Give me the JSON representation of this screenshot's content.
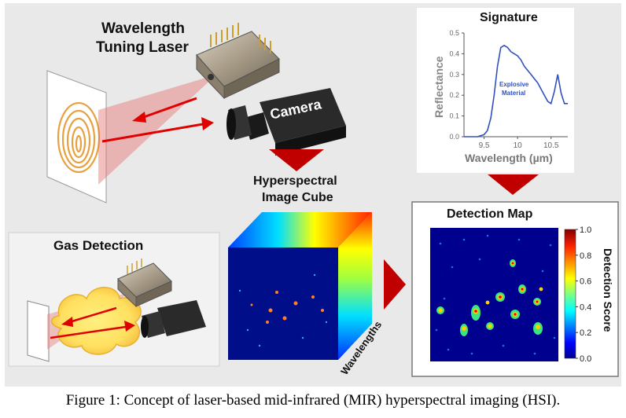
{
  "labels": {
    "laser_title_line1": "Wavelength",
    "laser_title_line2": "Tuning Laser",
    "camera": "Camera",
    "gas_detection": "Gas Detection",
    "cube_title_line1": "Hyperspectral",
    "cube_title_line2": "Image Cube",
    "wavelengths": "Wavelengths",
    "signature_title": "Signature",
    "explosive_line1": "Explosive",
    "explosive_line2": "Material",
    "detection_map_title": "Detection Map",
    "detection_score": "Detection Score"
  },
  "caption": "Figure 1: Concept of laser-based mid-infrared (MIR) hyperspectral imaging (HSI).",
  "chart_data": [
    {
      "type": "line",
      "title": "Signature",
      "xlabel": "Wavelength (µm)",
      "ylabel": "Reflectance",
      "xlim": [
        9.2,
        10.75
      ],
      "ylim": [
        0.0,
        0.5
      ],
      "xticks": [
        "9.5",
        "10",
        "10.5"
      ],
      "yticks": [
        "0.0",
        "0.1",
        "0.2",
        "0.3",
        "0.4",
        "0.5"
      ],
      "annotation": "Explosive Material",
      "series": [
        {
          "x": [
            9.2,
            9.3,
            9.4,
            9.5,
            9.55,
            9.6,
            9.65,
            9.7,
            9.75,
            9.8,
            9.85,
            9.9,
            9.95,
            10.0,
            10.05,
            10.1,
            10.15,
            10.2,
            10.25,
            10.3,
            10.35,
            10.4,
            10.45,
            10.5,
            10.55,
            10.6,
            10.65,
            10.7,
            10.75
          ],
          "values": [
            0.0,
            0.0,
            0.0,
            0.01,
            0.03,
            0.09,
            0.2,
            0.34,
            0.43,
            0.44,
            0.43,
            0.41,
            0.4,
            0.39,
            0.37,
            0.34,
            0.32,
            0.3,
            0.28,
            0.26,
            0.23,
            0.2,
            0.17,
            0.16,
            0.22,
            0.3,
            0.21,
            0.16,
            0.16
          ]
        }
      ]
    },
    {
      "type": "heatmap",
      "title": "Detection Map",
      "colorbar_label": "Detection Score",
      "colorbar_ticks": [
        "0.0",
        "0.2",
        "0.4",
        "0.6",
        "0.8",
        "1.0"
      ],
      "colorbar_range": [
        0.0,
        1.0
      ]
    }
  ]
}
